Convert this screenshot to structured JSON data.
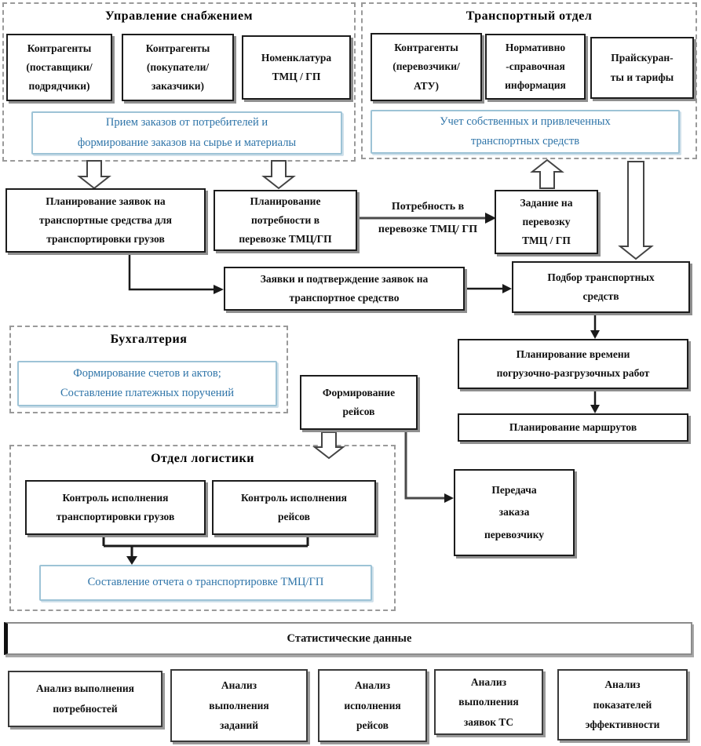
{
  "colors": {
    "accent_blue": "#2E74A8",
    "blue_border": "#9DC3D6",
    "box_border": "#1C1C1C",
    "dashed_border": "#9A9A9A"
  },
  "sections": {
    "supply": {
      "title": "Управление снабжением",
      "boxes": [
        "Контрагенты\n(поставщики/\nподрядчики)",
        "Контрагенты\n(покупатели/\nзаказчики)",
        "Номенклатура\nТМЦ / ГП"
      ],
      "process": "Прием заказов от потребителей и\nформирование заказов на сырье и материалы"
    },
    "transport": {
      "title": "Транспортный отдел",
      "boxes": [
        "Контрагенты\n(перевозчики/\nАТУ)",
        "Нормативно\n-справочная\nинформация",
        "Прайскуран-\nты и тарифы"
      ],
      "process": "Учет собственных и привлеченных\nтранспортных средств"
    },
    "accounting": {
      "title": "Бухгалтерия",
      "process": "Формирование счетов и актов;\nСоставление платежных поручений"
    },
    "logistics": {
      "title": "Отдел логистики",
      "boxes": [
        "Контроль исполнения\nтранспортировки грузов",
        "Контроль исполнения\nрейсов"
      ],
      "process": "Составление отчета о транспортировке ТМЦ/ГП"
    }
  },
  "nodes": {
    "plan_requests": "Планирование заявок на\nтранспортные средства для\nтранспортировки грузов",
    "plan_needs": "Планирование\nпотребности в\nперевозке ТМЦ/ГП",
    "task": "Задание на\nперевозку\nТМЦ / ГП",
    "requests_confirm": "Заявки и подтверждение заявок на\nтранспортное средство",
    "select_vehicles": "Подбор транспортных\nсредств",
    "plan_time": "Планирование времени\nпогрузочно-разгрузочных работ",
    "plan_routes": "Планирование маршрутов",
    "form_trips": "Формирование\nрейсов",
    "transfer_order": "Передача\nзаказа\nперевозчику"
  },
  "labels": {
    "need_line1": "Потребность в",
    "need_line2": "перевозке ТМЦ/ ГП"
  },
  "stats": {
    "title": "Статистические данные",
    "items": [
      "Анализ выполнения\nпотребностей",
      "Анализ\nвыполнения\nзаданий",
      "Анализ\nисполнения\nрейсов",
      "Анализ\nвыполнения\nзаявок ТС",
      "Анализ\nпоказателей\nэффективности"
    ]
  }
}
